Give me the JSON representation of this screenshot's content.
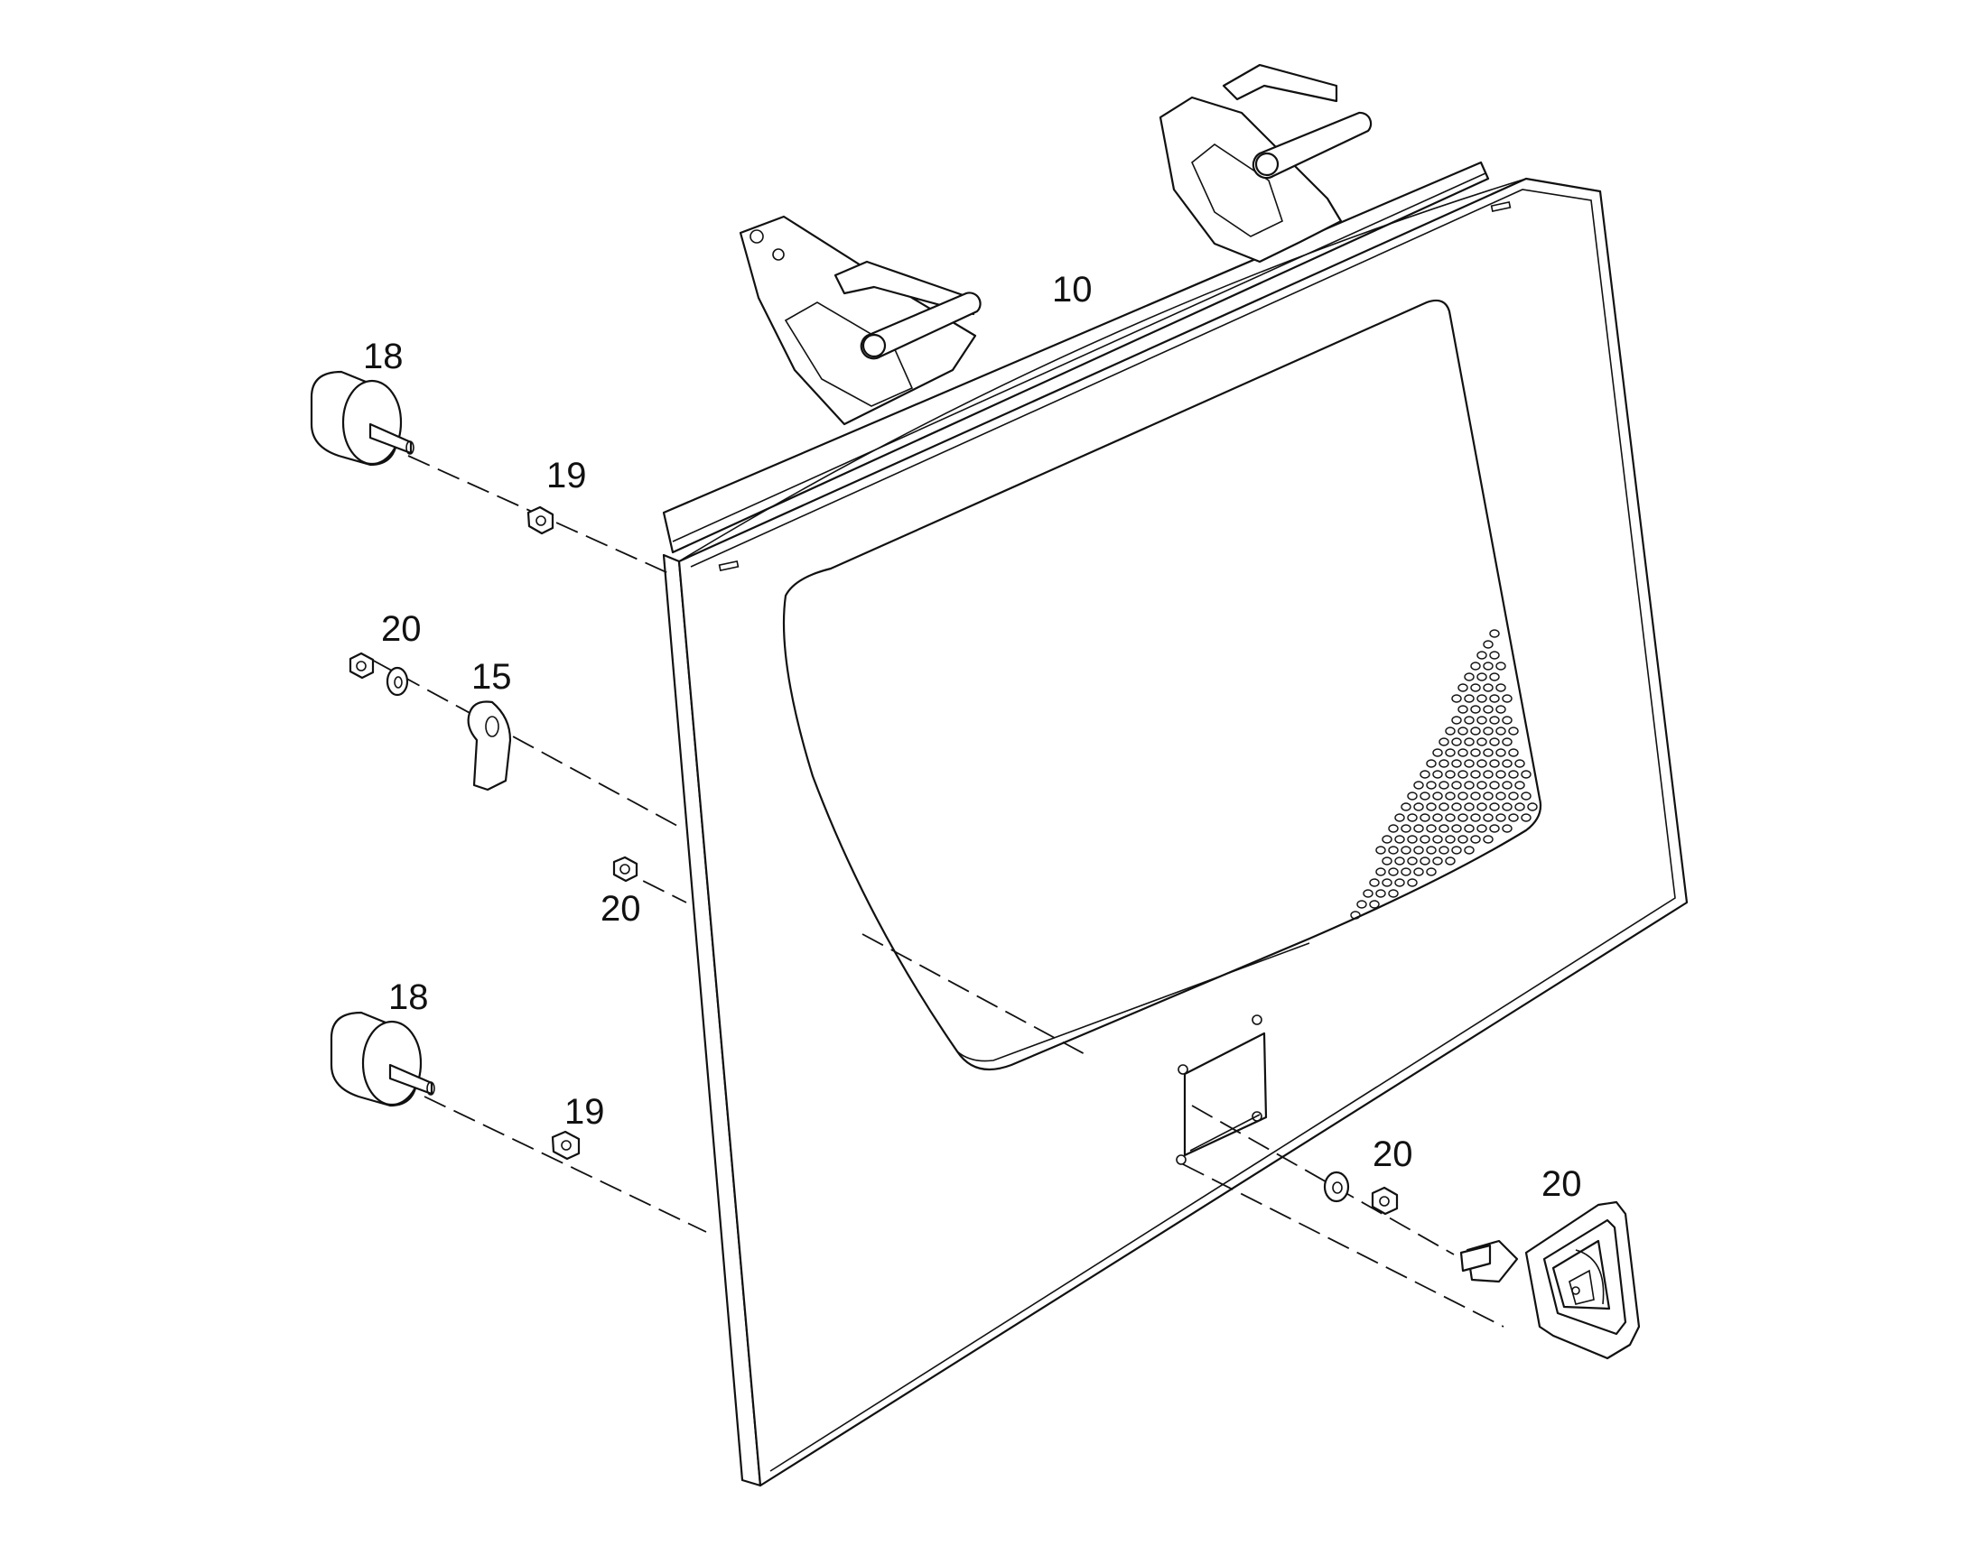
{
  "callouts": {
    "door_panel": "10",
    "bumper_top": "18",
    "nut_top": "19",
    "nut_left": "20",
    "latch_plate": "15",
    "nut_mid": "20",
    "bumper_bottom": "18",
    "nut_bottom": "19",
    "washer_right": "20",
    "latch_assembly": "20"
  }
}
